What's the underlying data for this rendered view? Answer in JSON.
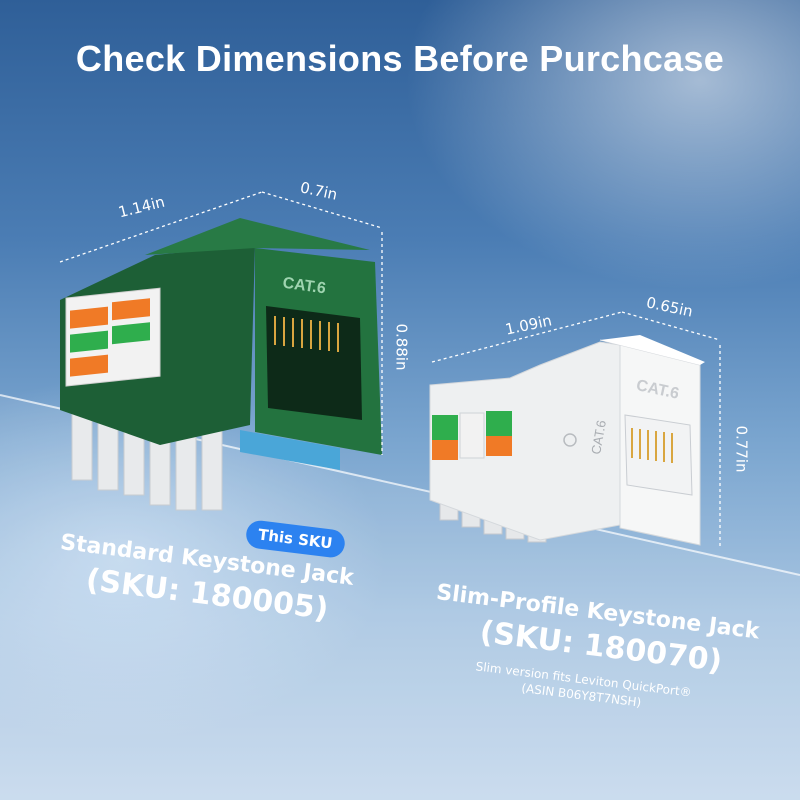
{
  "title": "Check Dimensions Before Purchcase",
  "standard": {
    "name": "Standard Keystone Jack",
    "sku": "(SKU: 180005)",
    "badge": "This SKU",
    "dim_width": "1.14in",
    "dim_depth": "0.7in",
    "dim_height": "0.88in",
    "jack_label": "CAT.6",
    "color": "#1f6b3a"
  },
  "slim": {
    "name": "Slim-Profile Keystone Jack",
    "sku": "(SKU: 180070)",
    "note_line1": "Slim version fits Leviton QuickPort®",
    "note_line2": "(ASIN B06Y8T7NSH)",
    "dim_width": "1.09in",
    "dim_depth": "0.65in",
    "dim_height": "0.77in",
    "jack_label": "CAT.6",
    "side_label": "CAT.6",
    "color": "#f3f4f4"
  }
}
